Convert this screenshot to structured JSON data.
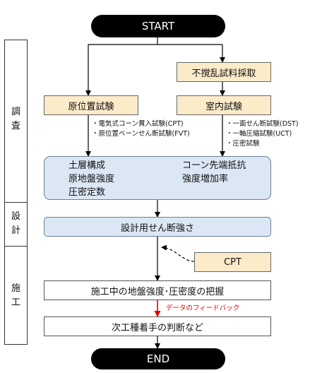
{
  "start": "START",
  "end": "END",
  "phases": {
    "survey": "調\n査",
    "design": "設\n計",
    "construction": "施\n工"
  },
  "boxes": {
    "undisturbed_sampling": "不撹乱試料採取",
    "in_situ_test": "原位置試験",
    "lab_test": "室内試験",
    "design_strength": "設計用せん断強さ",
    "cpt": "CPT",
    "construction_grasp": "施工中の地盤強度･圧密度の把握",
    "next_decision": "次工種着手の判断など"
  },
  "in_situ_items": [
    "・電気式コーン貫入試験(CPT)",
    "・原位置ベーンせん断試験(FVT)"
  ],
  "lab_items": [
    "・一面せん断試験(DST)",
    "・一軸圧縮試験(UCT)",
    "・圧密試験"
  ],
  "results": {
    "left": [
      "土層構成",
      "原地盤強度",
      "圧密定数"
    ],
    "right": [
      "コーン先端抵抗",
      "強度増加率"
    ]
  },
  "feedback_label": "データのフィードバック"
}
